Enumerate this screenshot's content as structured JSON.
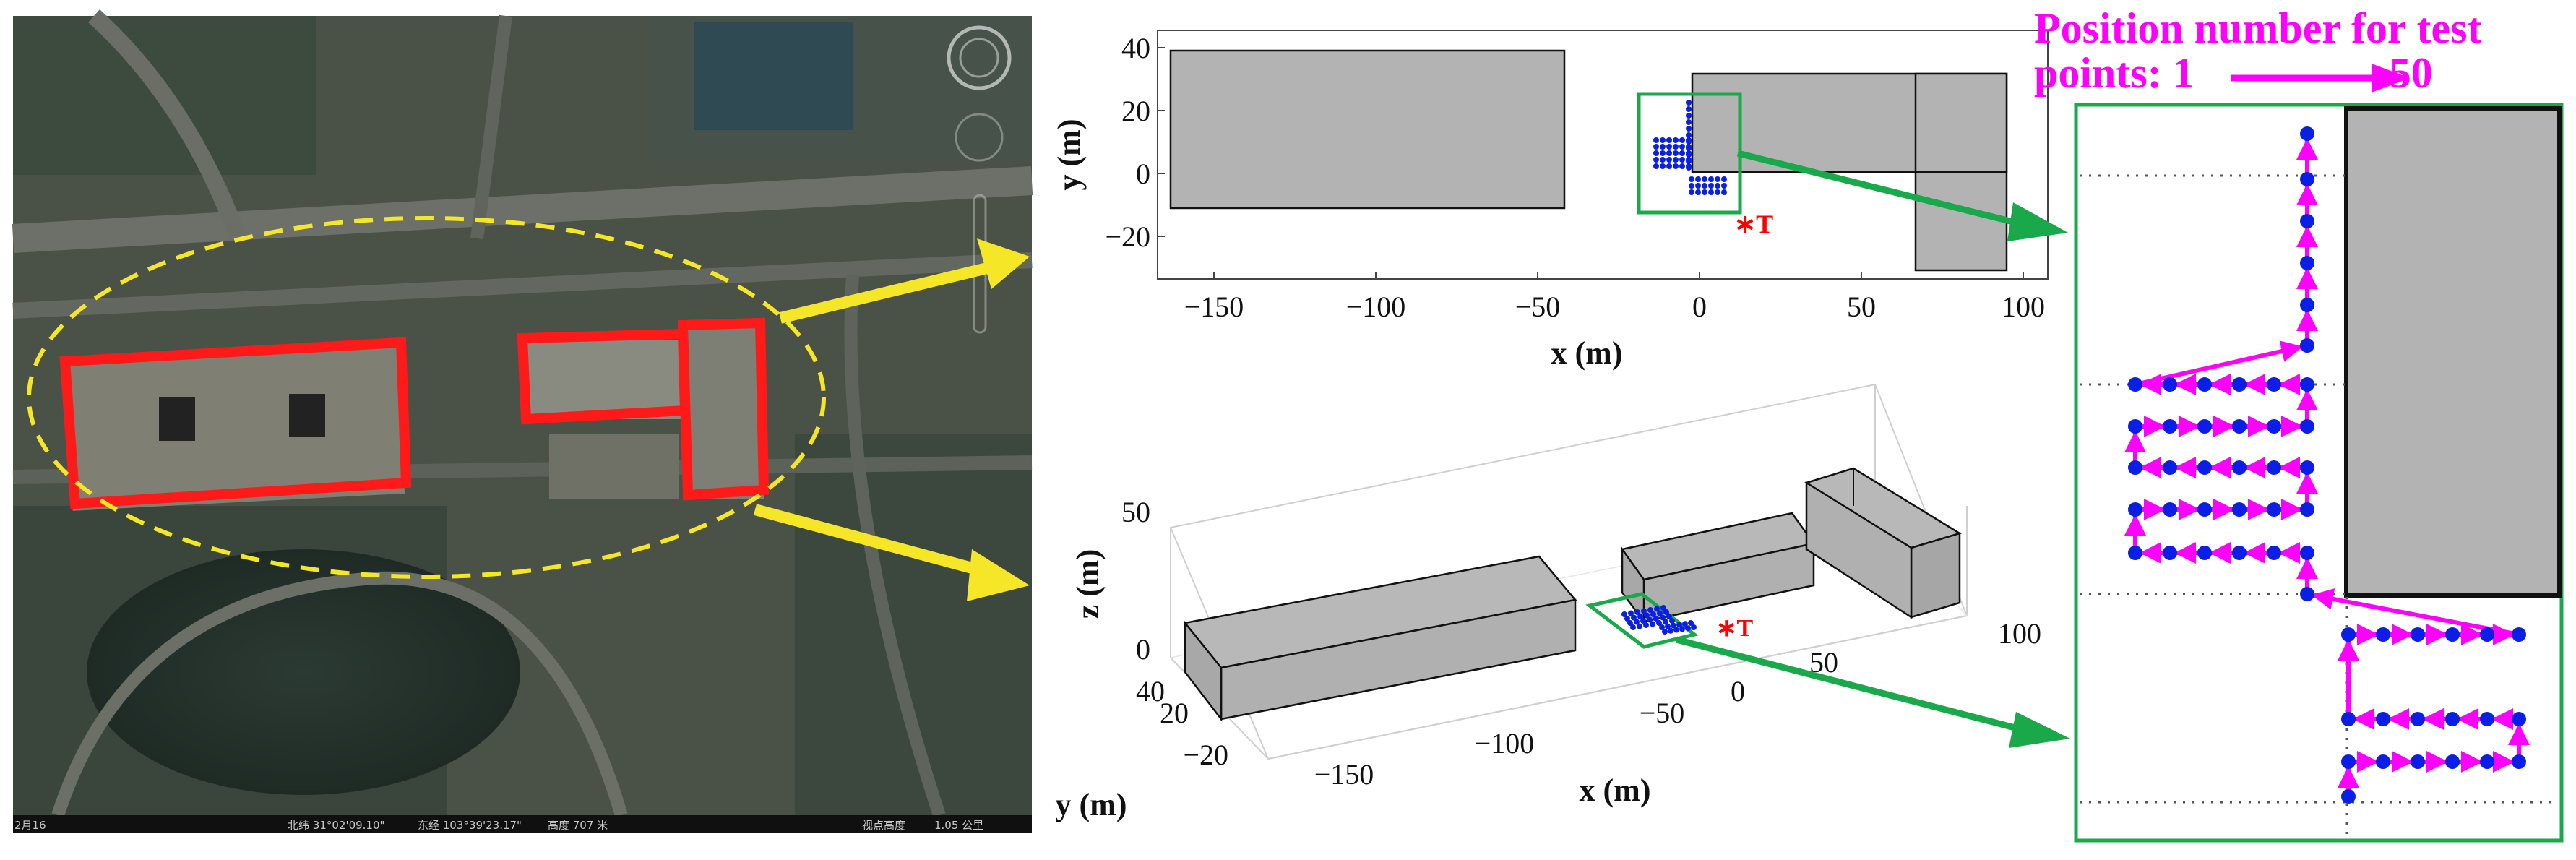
{
  "satellite": {
    "footer_date": "2月16",
    "footer_lat": "北纬 31°02'09.10\"",
    "footer_lon": "东经 103°39'23.17\"",
    "footer_elev": "高度 707 米",
    "footer_eye_label": "视点高度",
    "footer_eye_value": "1.05 公里"
  },
  "plan_view": {
    "xlabel": "x (m)",
    "ylabel": "y (m)",
    "xticks": [
      "−150",
      "−100",
      "−50",
      "0",
      "50",
      "100"
    ],
    "yticks": [
      "40",
      "20",
      "0",
      "−20"
    ],
    "marker_label": "∗T"
  },
  "view_3d": {
    "xlabel": "x (m)",
    "ylabel": "y (m)",
    "zlabel": "z (m)",
    "xticks": [
      "−150",
      "−100",
      "−50",
      "0",
      "50",
      "100"
    ],
    "yticks": [
      "40",
      "20",
      "−20"
    ],
    "zticks": [
      "50",
      "0"
    ],
    "marker_label": "∗T"
  },
  "legend": {
    "title_line1": "Position number for test",
    "title_line2_left": "points: 1",
    "title_line2_right": "50"
  },
  "colors": {
    "accent_pink": "#ff00ff",
    "point_blue": "#0a1fe6",
    "frame_green": "#19a84a",
    "building_gray": "#b3b3b3",
    "outline_red": "#ff1a1a",
    "ellipse_yellow": "#f5e628",
    "marker_red": "#ff0000"
  }
}
